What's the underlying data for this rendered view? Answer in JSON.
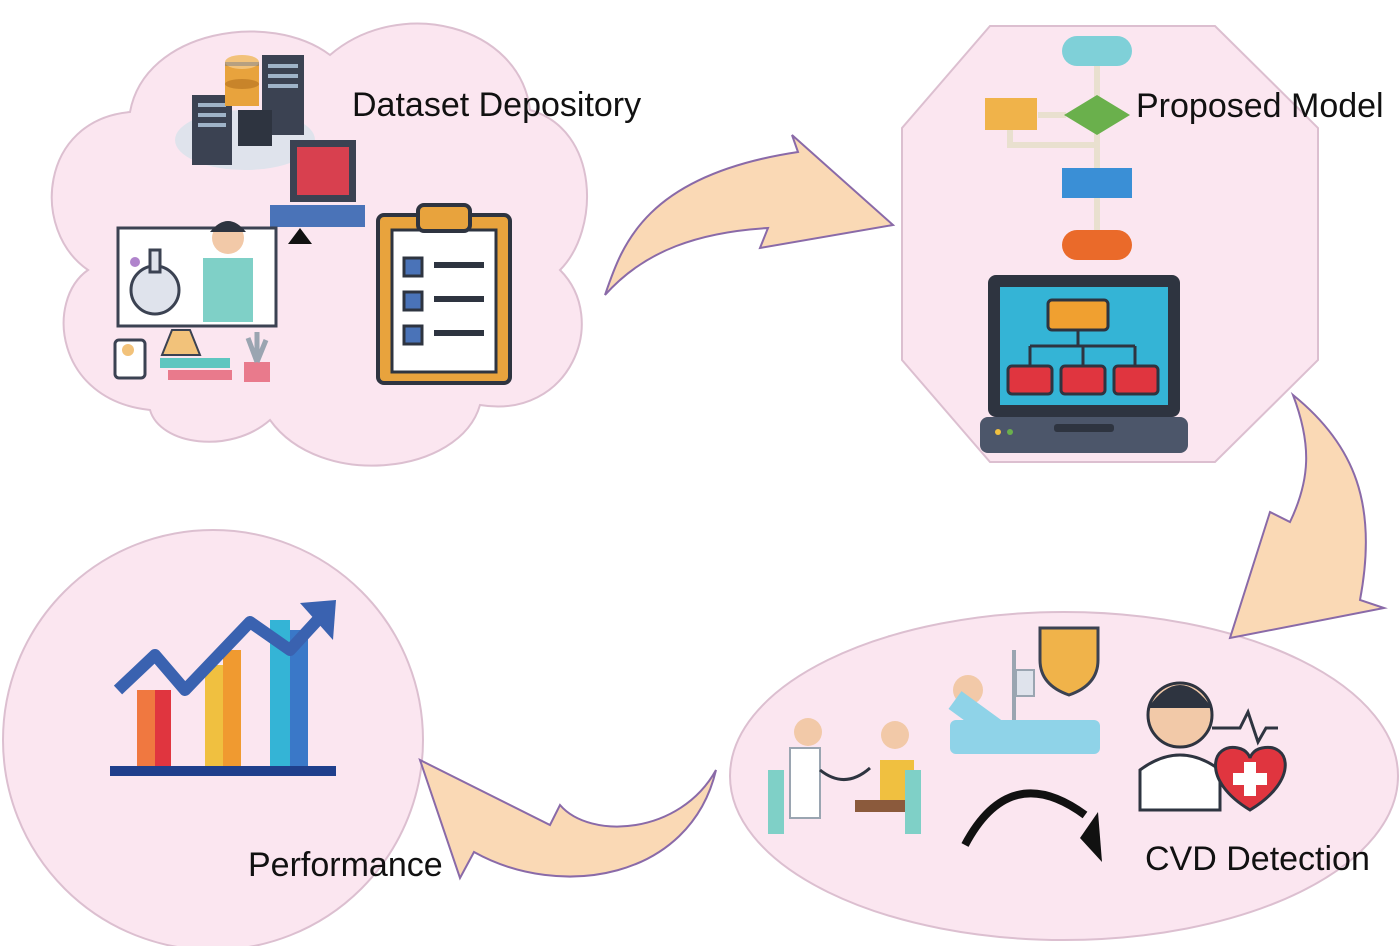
{
  "diagram": {
    "type": "process-cycle",
    "colors": {
      "node_fill": "#fbe6f0",
      "node_stroke": "#dcbfd0",
      "arrow_fill": "#fad9b5",
      "arrow_stroke": "#8a6aa8"
    },
    "nodes": [
      {
        "id": "dataset",
        "label": "Dataset Depository",
        "shape": "cloud",
        "icons": [
          "server-rack-icon",
          "database-icon",
          "monitor-icon",
          "scientist-icon",
          "lab-flask-icon",
          "microscope-icon",
          "books-icon",
          "plant-icon",
          "clipboard-checklist-icon"
        ]
      },
      {
        "id": "model",
        "label": "Proposed Model",
        "shape": "octagon",
        "icons": [
          "flowchart-icon",
          "laptop-hierarchy-icon"
        ]
      },
      {
        "id": "cvd",
        "label": "CVD Detection",
        "shape": "ellipse",
        "icons": [
          "doctor-patient-icon",
          "hospital-bed-icon",
          "shield-icon",
          "patient-heart-icon",
          "curved-arrow-icon"
        ]
      },
      {
        "id": "performance",
        "label": "Performance",
        "shape": "circle",
        "icons": [
          "bar-chart-trend-icon"
        ]
      }
    ],
    "edges": [
      {
        "from": "dataset",
        "to": "model"
      },
      {
        "from": "model",
        "to": "cvd"
      },
      {
        "from": "cvd",
        "to": "performance"
      }
    ]
  }
}
